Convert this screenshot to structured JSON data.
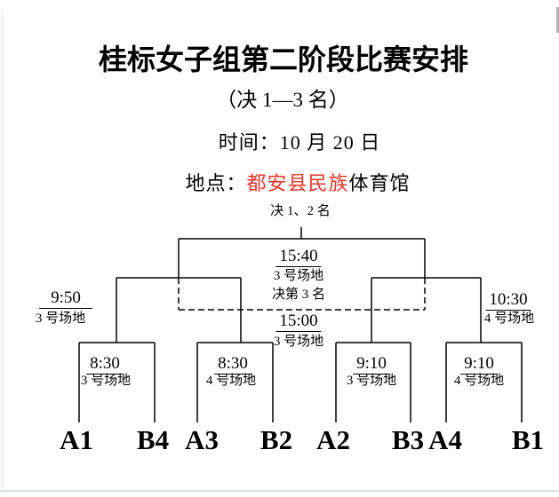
{
  "header": {
    "title": "桂标女子组第二阶段比赛安排",
    "subtitle": "（决 1—3 名）",
    "time_line": "时间：10 月 20 日",
    "venue_prefix": "地点：",
    "venue_red": "都安县民族",
    "venue_suffix": "体育馆"
  },
  "colors": {
    "text": "#000000",
    "venue_accent_red": "#e8352a",
    "line_black": "#000000"
  },
  "bracket": {
    "final_label": "决 1、2 名",
    "final_time": "15:40",
    "final_court": "3 号场地",
    "third_place_label": "决第 3 名",
    "third_place_time": "15:00",
    "third_place_court": "3 号场地",
    "semifinal_left_time": "9:50",
    "semifinal_left_court": "3 号场地",
    "semifinal_right_time": "10:30",
    "semifinal_right_court": "4 号场地",
    "quarterfinals": [
      {
        "time": "8:30",
        "court": "3 号场地"
      },
      {
        "time": "8:30",
        "court": "4 号场地"
      },
      {
        "time": "9:10",
        "court": "3 号场地"
      },
      {
        "time": "9:10",
        "court": "4 号场地"
      }
    ],
    "teams": [
      "A1",
      "B4",
      "A3",
      "B2",
      "A2",
      "B3",
      "A4",
      "B1"
    ]
  }
}
